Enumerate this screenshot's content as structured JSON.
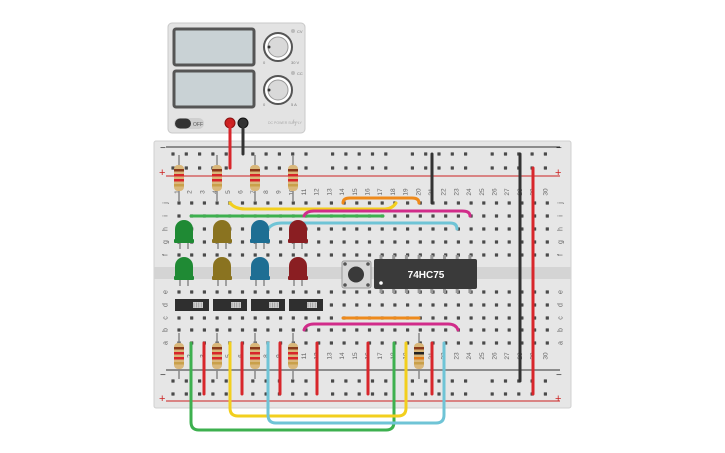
{
  "power_supply": {
    "display_top": "",
    "display_bottom": "",
    "voltage_knob_label": "V",
    "current_knob_label": "A",
    "voltage_max": "30 V",
    "current_max": "5 A",
    "knob_min": "0",
    "switch_label": "OFF",
    "brand_label": "DC POWER SUPPLY",
    "led_cv": "CV",
    "led_cc": "CC"
  },
  "breadboard": {
    "columns": [
      "1",
      "2",
      "3",
      "4",
      "5",
      "6",
      "7",
      "8",
      "9",
      "10",
      "11",
      "12",
      "13",
      "14",
      "15",
      "16",
      "17",
      "18",
      "19",
      "20",
      "21",
      "22",
      "23",
      "24",
      "25",
      "26",
      "27",
      "28",
      "29",
      "30"
    ],
    "rows_top": [
      "j",
      "i",
      "h",
      "g",
      "f"
    ],
    "rows_bottom": [
      "e",
      "d",
      "c",
      "b",
      "a"
    ],
    "rail_minus": "−",
    "rail_plus": "+"
  },
  "chip": {
    "label": "74HC75"
  },
  "leds": [
    {
      "name": "green",
      "color": "#1f8a34"
    },
    {
      "name": "yellow",
      "color": "#8a7320"
    },
    {
      "name": "blue",
      "color": "#1e6e93"
    },
    {
      "name": "red",
      "color": "#8a1e22"
    }
  ],
  "colors": {
    "wire_red": "#d8262b",
    "wire_black": "#333333",
    "wire_green": "#3db04f",
    "wire_yellow": "#f2cf1e",
    "wire_blue": "#6fc4d6",
    "wire_orange": "#ee8a1c",
    "wire_magenta": "#d12c8a"
  }
}
